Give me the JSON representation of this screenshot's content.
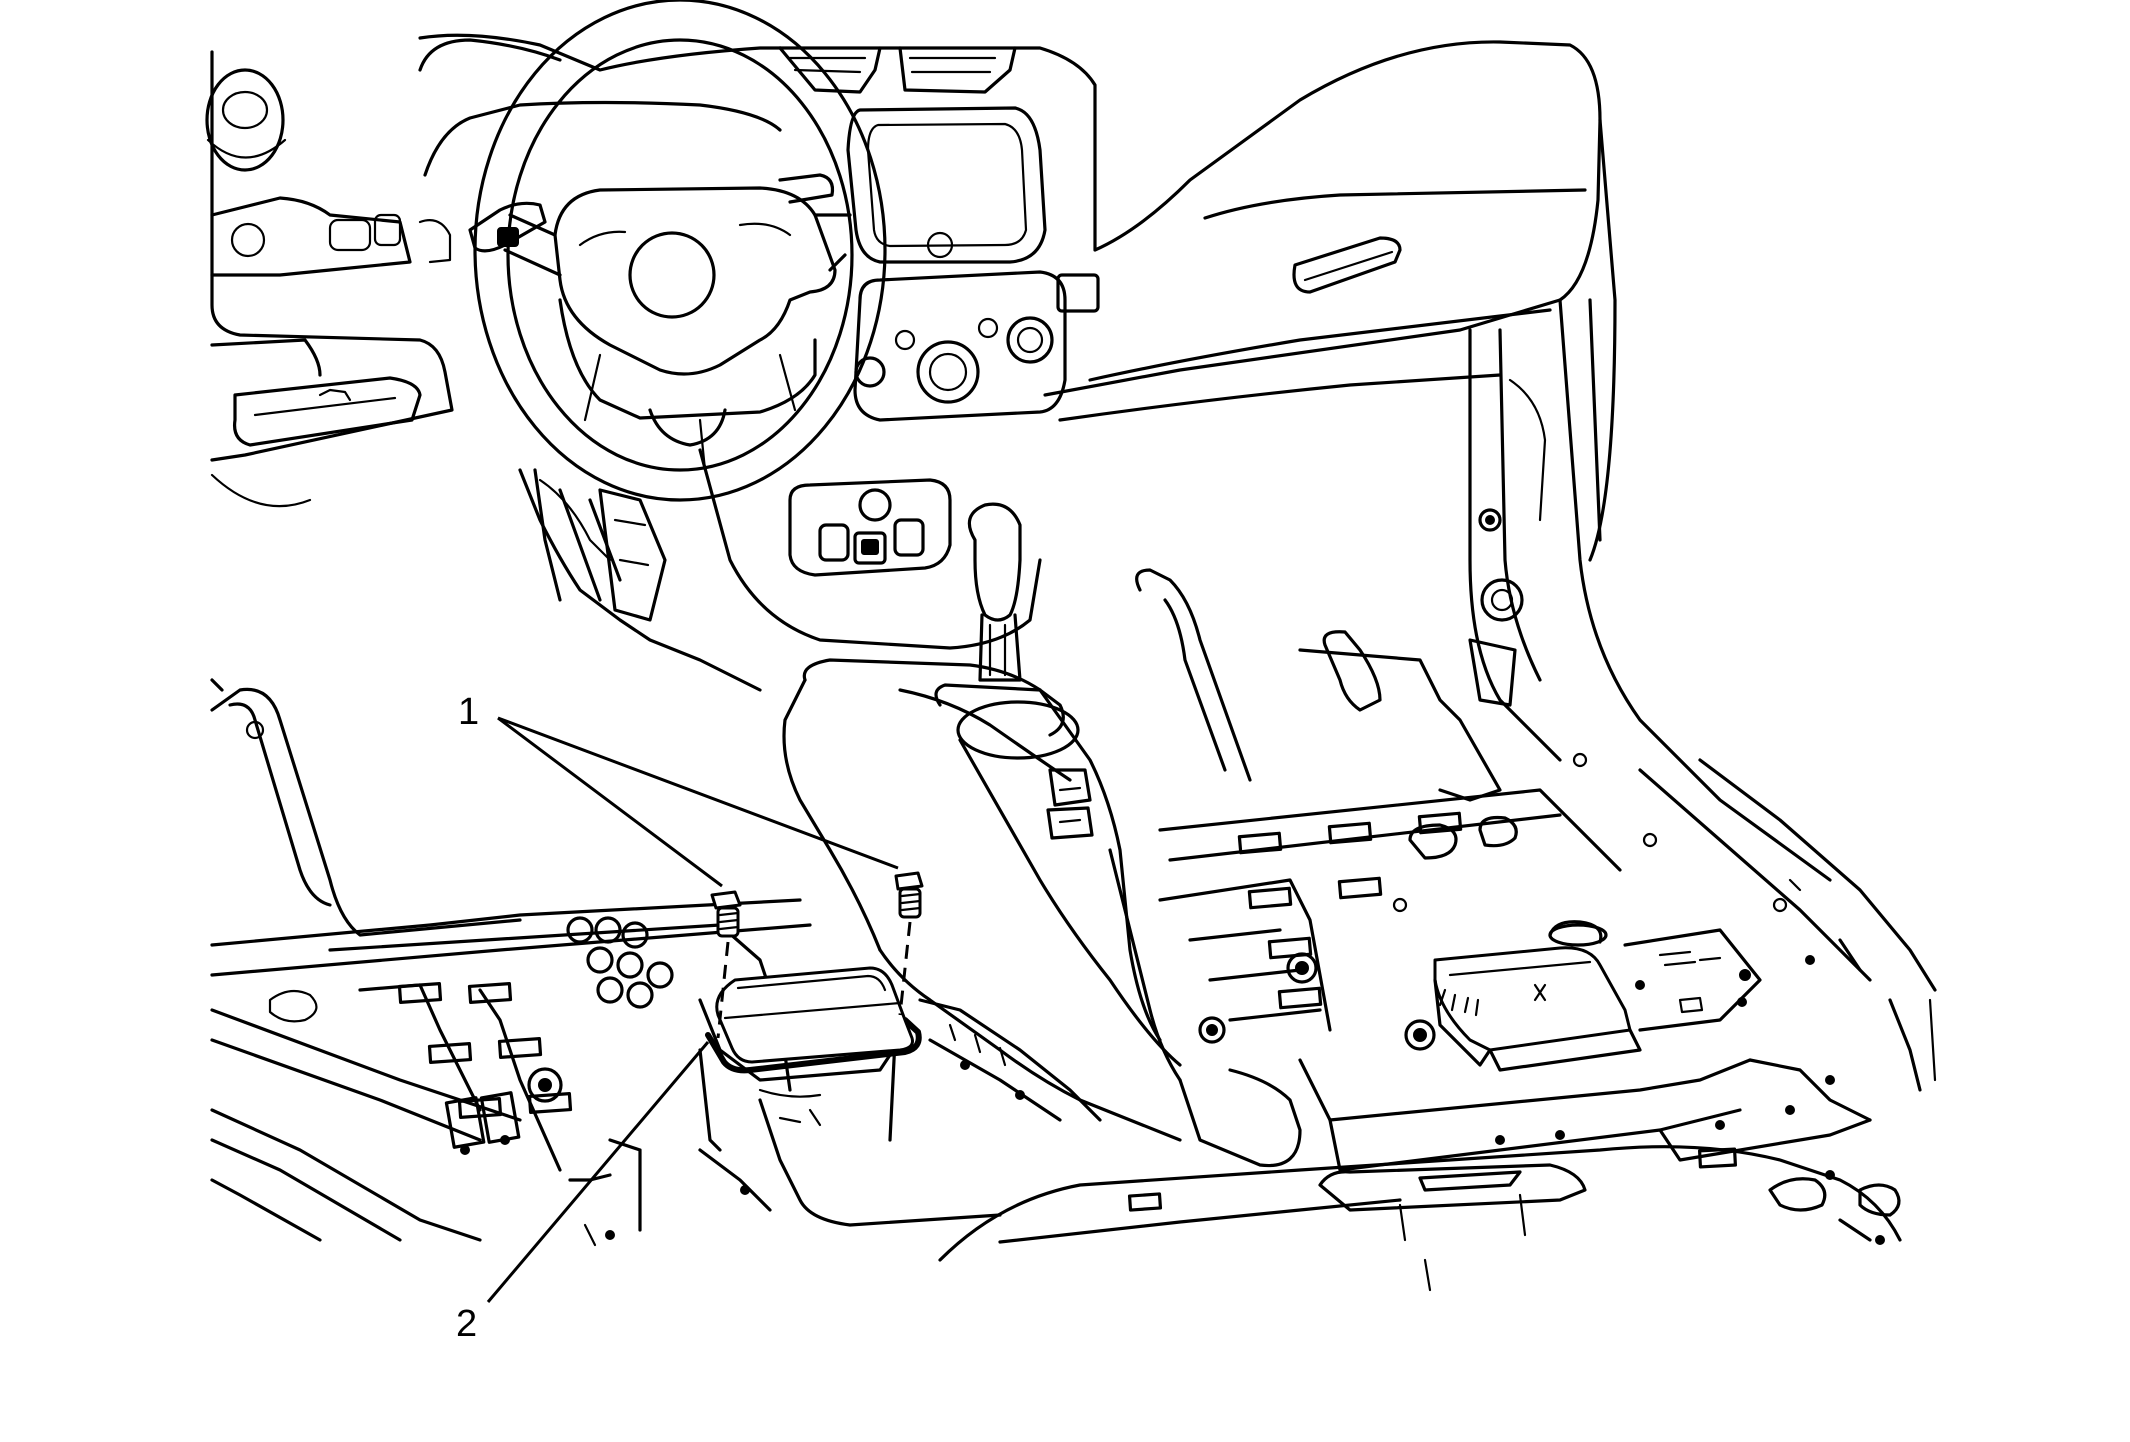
{
  "callouts": [
    {
      "label": "1",
      "part": "fastener"
    },
    {
      "label": "2",
      "part": "module"
    }
  ],
  "colors": {
    "line": "#000000",
    "background": "#ffffff"
  }
}
